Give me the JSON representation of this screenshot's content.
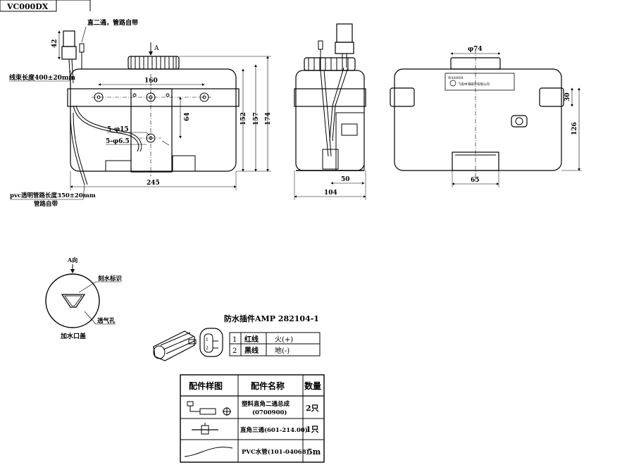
{
  "title_block": {
    "code": "VC000DX"
  },
  "front_view": {
    "label_a": "A",
    "note_top": "直二通，管路自带",
    "dim_42": "42",
    "note_harness": "线束长度400±20mm",
    "dim_160": "160",
    "dim_64": "64",
    "hole_15": "5-φ15",
    "hole_65": "5-φ6.5",
    "dim_152": "152",
    "dim_157": "157",
    "dim_174": "174",
    "dim_245": "245",
    "note_pvc_1": "pvc透明管路长度350±20mm",
    "note_pvc_2": "管路自带"
  },
  "side_view": {
    "dim_50": "50",
    "dim_104": "104"
  },
  "rear_view": {
    "dim_74": "φ74",
    "dim_30": "30",
    "dim_126": "126",
    "dim_65": "65",
    "label_line1": "WASHER",
    "label_line2": "飞思中海研华有限公司"
  },
  "cap_view": {
    "title": "A向",
    "label_marker": "刻水标识",
    "label_vent": "透气孔",
    "caption": "加水口盖"
  },
  "connector": {
    "title": "防水插件AMP 282104-1",
    "rows": [
      {
        "no": "1",
        "wire": "红线",
        "fn": "火(+)"
      },
      {
        "no": "2",
        "wire": "黑线",
        "fn": "地(-)"
      }
    ]
  },
  "parts_table": {
    "headers": [
      "配件样图",
      "配件名称",
      "数量"
    ],
    "rows": [
      {
        "name_1": "塑料直角二通总成",
        "name_2": "(0700900)",
        "qty": "2只"
      },
      {
        "name_1": "直角三通(601-214.00)",
        "name_2": "",
        "qty": "1只"
      },
      {
        "name_1": "PVC水管(101-04068)",
        "name_2": "",
        "qty": "5m"
      }
    ]
  }
}
